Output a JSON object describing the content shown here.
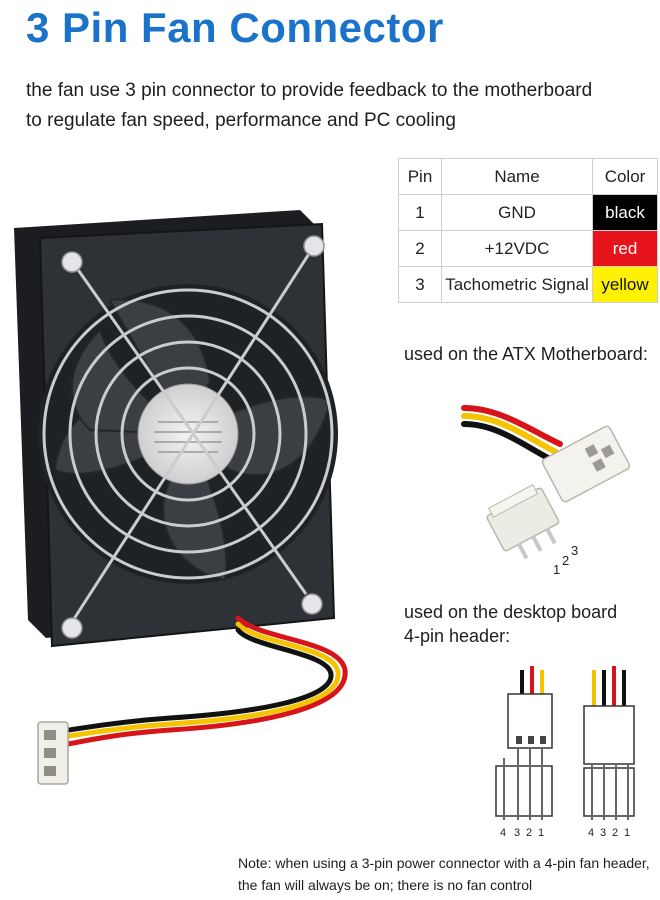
{
  "title": "3 Pin Fan Connector",
  "description": {
    "line1": "the fan use 3 pin connector to provide feedback to the motherboard",
    "line2": "to regulate fan speed, performance and PC cooling"
  },
  "pin_table": {
    "headers": [
      "Pin",
      "Name",
      "Color"
    ],
    "rows": [
      {
        "pin": "1",
        "name": "GND",
        "color": "black",
        "bg": "#000000",
        "fg": "#ffffff"
      },
      {
        "pin": "2",
        "name": "+12VDC",
        "color": "red",
        "bg": "#e8141b",
        "fg": "#ffffff"
      },
      {
        "pin": "3",
        "name": "Tachometric Signal",
        "color": "yellow",
        "bg": "#fff200",
        "fg": "#111111"
      }
    ]
  },
  "atx_label": "used on the ATX Motherboard:",
  "atx_pin_numbers": [
    "1",
    "2",
    "3"
  ],
  "desktop_label": {
    "line1": "used on the desktop board",
    "line2": "4-pin header:"
  },
  "header_pin_numbers": [
    "4",
    "3",
    "2",
    "1"
  ],
  "note": {
    "line1": "Note: when using a 3-pin power connector with a 4-pin fan header,",
    "line2": "the fan will always be on; there is no fan control"
  },
  "colors": {
    "title": "#1a73c8",
    "wire_black": "#111111",
    "wire_red": "#d7141a",
    "wire_yellow": "#f5c400",
    "fan_body": "#2a2d31"
  }
}
